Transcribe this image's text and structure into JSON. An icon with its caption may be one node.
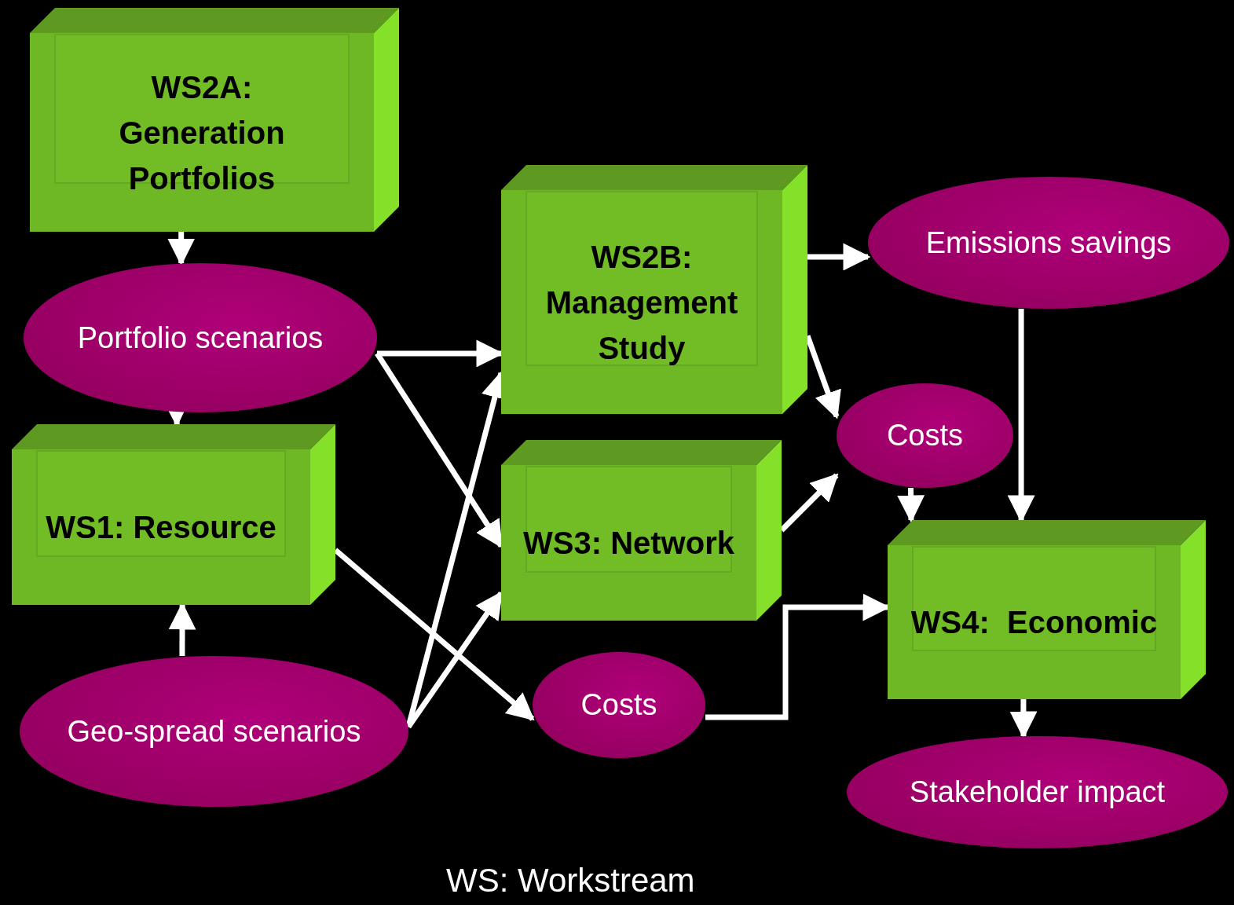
{
  "diagram": {
    "nodes": [
      {
        "text": [
          "WS2A: Generation Portfolios"
        ]
      },
      {
        "text": [
          "Portfolio scenarios"
        ]
      },
      {
        "text": [
          "WS1: Resource"
        ]
      },
      {
        "text": [
          "Geo-spread scenarios"
        ]
      },
      {
        "text": [
          "WS2B: Management Study"
        ]
      },
      {
        "text": [
          "WS3: Network"
        ]
      },
      {
        "text": [
          "Costs"
        ]
      },
      {
        "text": [
          "Emissions savings"
        ]
      },
      {
        "text": [
          "Costs"
        ]
      },
      {
        "text": [
          "WS4:  Economic"
        ]
      },
      {
        "text": [
          "Stakeholder impact"
        ]
      }
    ],
    "edges": [
      {
        "from": 0,
        "to": 1,
        "arrow": "to"
      },
      {
        "from": 1,
        "to": 2,
        "arrow": "to"
      },
      {
        "from": 3,
        "to": 2,
        "arrow": "to"
      },
      {
        "from": 1,
        "to": 4,
        "arrow": "to"
      },
      {
        "from": 1,
        "to": 5,
        "arrow": "to"
      },
      {
        "from": 3,
        "to": 4,
        "arrow": "to"
      },
      {
        "from": 3,
        "to": 5,
        "arrow": "to"
      },
      {
        "from": 2,
        "to": 6,
        "arrow": "to"
      },
      {
        "from": 6,
        "to": 9,
        "arrow": "to"
      },
      {
        "from": 4,
        "to": 7,
        "arrow": "to"
      },
      {
        "from": 4,
        "to": 8,
        "arrow": "to"
      },
      {
        "from": 5,
        "to": 8,
        "arrow": "to"
      },
      {
        "from": 8,
        "to": 9,
        "arrow": "to"
      },
      {
        "from": 7,
        "to": 9,
        "arrow": "to"
      },
      {
        "from": 9,
        "to": 10,
        "arrow": "to"
      }
    ],
    "labels": [
      "WS: Workstream"
    ]
  }
}
